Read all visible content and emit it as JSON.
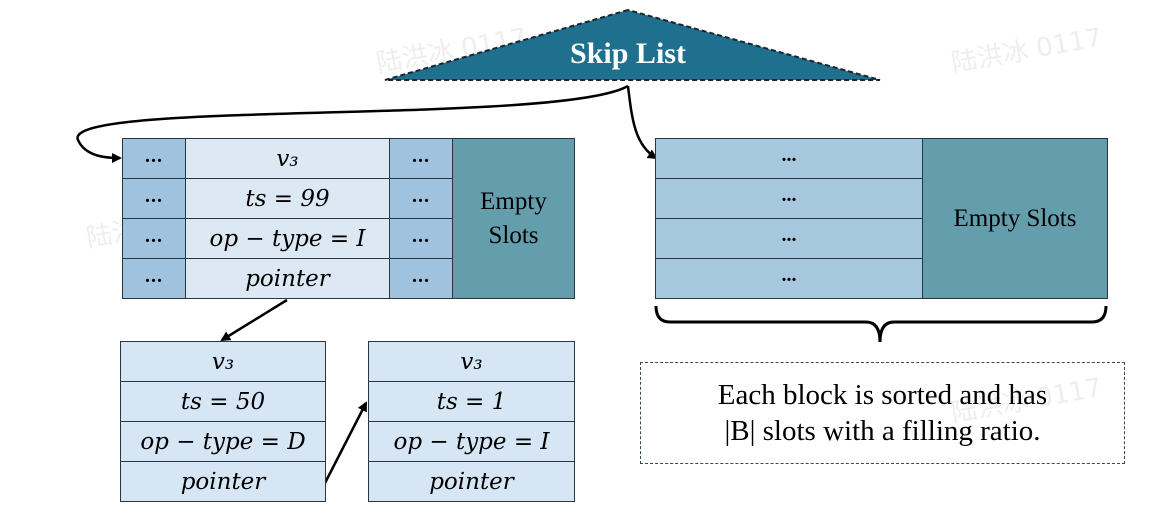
{
  "title": "Skip List",
  "left_block": {
    "dots_left": [
      "...",
      "...",
      "...",
      "..."
    ],
    "fields": [
      "v₃",
      "ts = 99",
      "op − type = I",
      "pointer"
    ],
    "dots_right": [
      "...",
      "...",
      "...",
      "..."
    ],
    "empty_label": "Empty Slots"
  },
  "right_block": {
    "rows": [
      "...",
      "...",
      "...",
      "..."
    ],
    "empty_label": "Empty Slots"
  },
  "node_a": {
    "fields": [
      "v₃",
      "ts = 50",
      "op − type = D",
      "pointer"
    ]
  },
  "node_b": {
    "fields": [
      "v₃",
      "ts = 1",
      "op − type = I",
      "pointer"
    ]
  },
  "note": {
    "line1": "Each block is sorted and has",
    "line2": "|B| slots with a filling ratio."
  },
  "watermark": "陆洪冰 0117",
  "colors": {
    "title_fill": "#1f6f8e",
    "empty_fill": "#649ead",
    "dots_fill": "#9fc3de",
    "field_fill": "#dce9f5"
  }
}
